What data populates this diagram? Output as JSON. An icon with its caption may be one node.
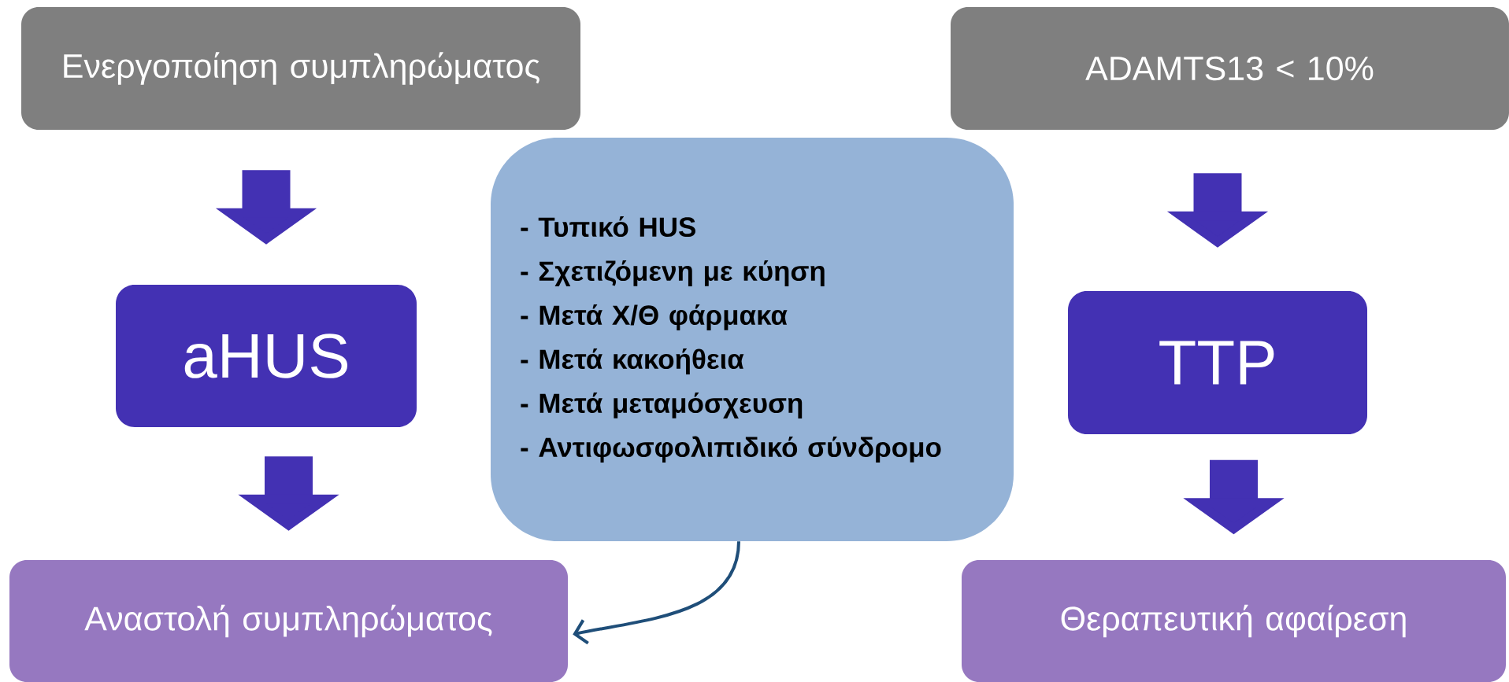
{
  "diagram": {
    "nodes": [
      {
        "text": [
          "Ενεργοποίηση συμπληρώματος"
        ]
      },
      {
        "text": [
          "ADAMTS13 < 10%"
        ]
      },
      {
        "text": [
          "aHUS"
        ]
      },
      {
        "text": [
          "- Τυπικό HUS",
          "- Σχετιζόμενη με κύηση",
          "- Μετά Χ/Θ φάρμακα",
          "- Μετά κακοήθεια",
          "- Μετά μεταμόσχευση",
          "- Αντιφωσφολιπιδικό σύνδρομο"
        ]
      },
      {
        "text": [
          "TTP"
        ]
      },
      {
        "text": [
          "Αναστολή συμπληρώματος"
        ]
      },
      {
        "text": [
          "Θεραπευτική αφαίρεση"
        ]
      }
    ],
    "edges": [
      {
        "from": 0,
        "to": 2,
        "arrow": "to"
      },
      {
        "from": 1,
        "to": 4,
        "arrow": "to"
      },
      {
        "from": 2,
        "to": 5,
        "arrow": "to"
      },
      {
        "from": 4,
        "to": 6,
        "arrow": "to"
      },
      {
        "from": 3,
        "to": 5,
        "arrow": "to",
        "color": "#1f4e79"
      }
    ]
  }
}
